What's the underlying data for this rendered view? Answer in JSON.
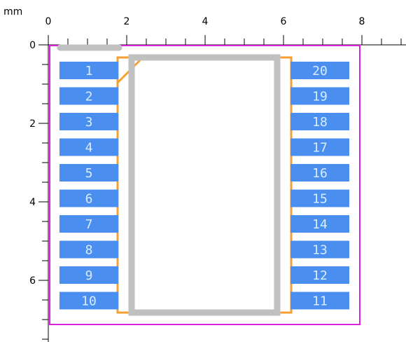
{
  "footprint": {
    "units": "mm",
    "x_ticks": [
      "0",
      "2",
      "4",
      "6",
      "8"
    ],
    "y_ticks": [
      "0",
      "2",
      "4",
      "6"
    ],
    "pads_left": [
      "1",
      "2",
      "3",
      "4",
      "5",
      "6",
      "7",
      "8",
      "9",
      "10"
    ],
    "pads_right": [
      "20",
      "19",
      "18",
      "17",
      "16",
      "15",
      "14",
      "13",
      "12",
      "11"
    ],
    "colors": {
      "pad": "#4a8ff0",
      "pad_text": "#d8ecff",
      "courtyard": "#dd22dd",
      "fab_outline": "#f5a030",
      "silkscreen": "#c0c0c0",
      "ruler": "#000000",
      "background": "#ffffff"
    }
  }
}
